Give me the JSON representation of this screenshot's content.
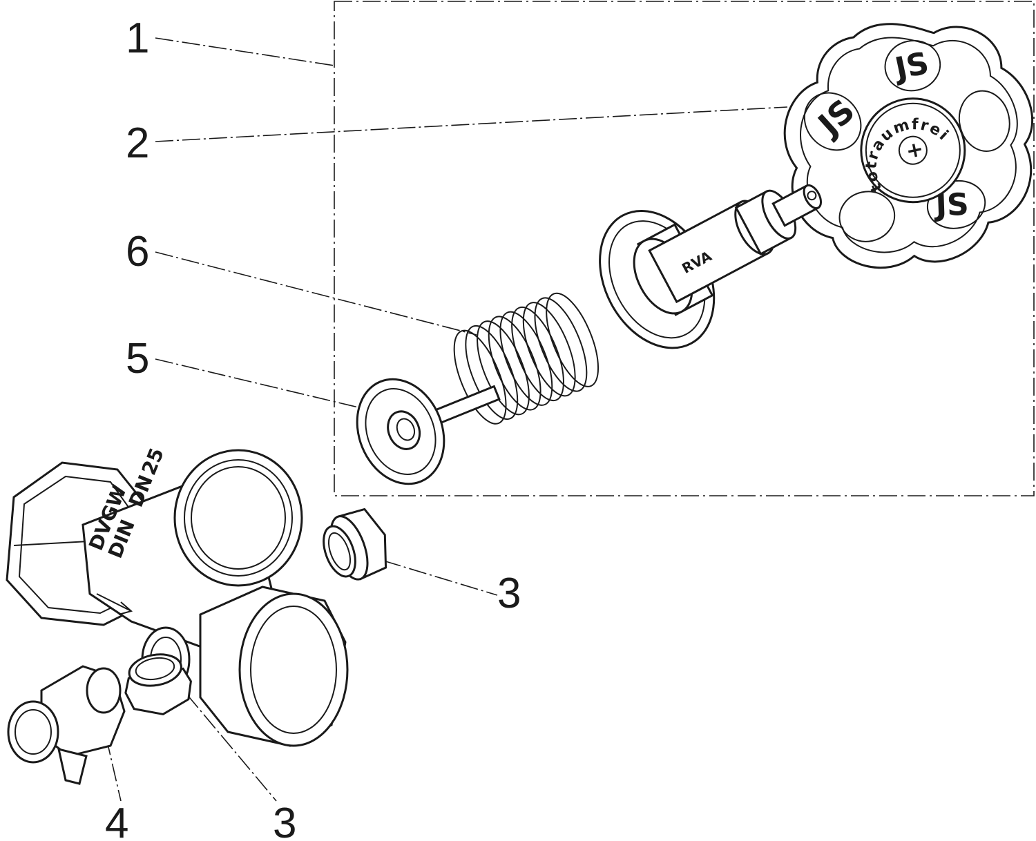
{
  "callouts": [
    {
      "label": "1",
      "part": "repair-kit-assembly"
    },
    {
      "label": "2",
      "part": "handwheel"
    },
    {
      "label": "6",
      "part": "spring"
    },
    {
      "label": "5",
      "part": "valve-disc-stem"
    },
    {
      "label": "3",
      "part": "plug-upper"
    },
    {
      "label": "3",
      "part": "plug-lower"
    },
    {
      "label": "4",
      "part": "drain-valve"
    }
  ],
  "handwheel_text": "totraumfrei",
  "bonnet_stamp": "RVA",
  "body_stamp": [
    "DVGW",
    "DIN",
    "DN",
    "25"
  ]
}
